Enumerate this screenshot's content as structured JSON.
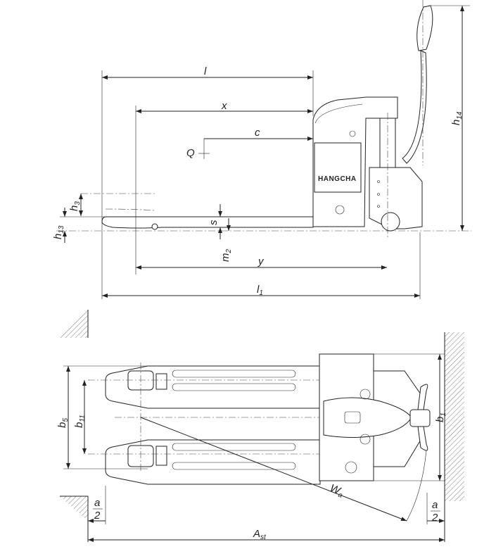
{
  "brand": "HANGCHA",
  "side_view": {
    "l": "l",
    "x": "x",
    "c": "c",
    "Q": "Q",
    "h3": "h",
    "h3_sub": "3",
    "h13": "h",
    "h13_sub": "13",
    "h14": "h",
    "h14_sub": "14",
    "s": "s",
    "m2": "m",
    "m2_sub": "2",
    "y": "y",
    "l1": "l",
    "l1_sub": "1"
  },
  "top_view": {
    "b5": "b",
    "b5_sub": "5",
    "b11": "b",
    "b11_sub": "11",
    "b1": "b",
    "b1_sub": "1",
    "Wa": "W",
    "Wa_sub": "a",
    "a_num": "a",
    "a_den": "2",
    "Ast": "A",
    "Ast_sub": "st"
  }
}
